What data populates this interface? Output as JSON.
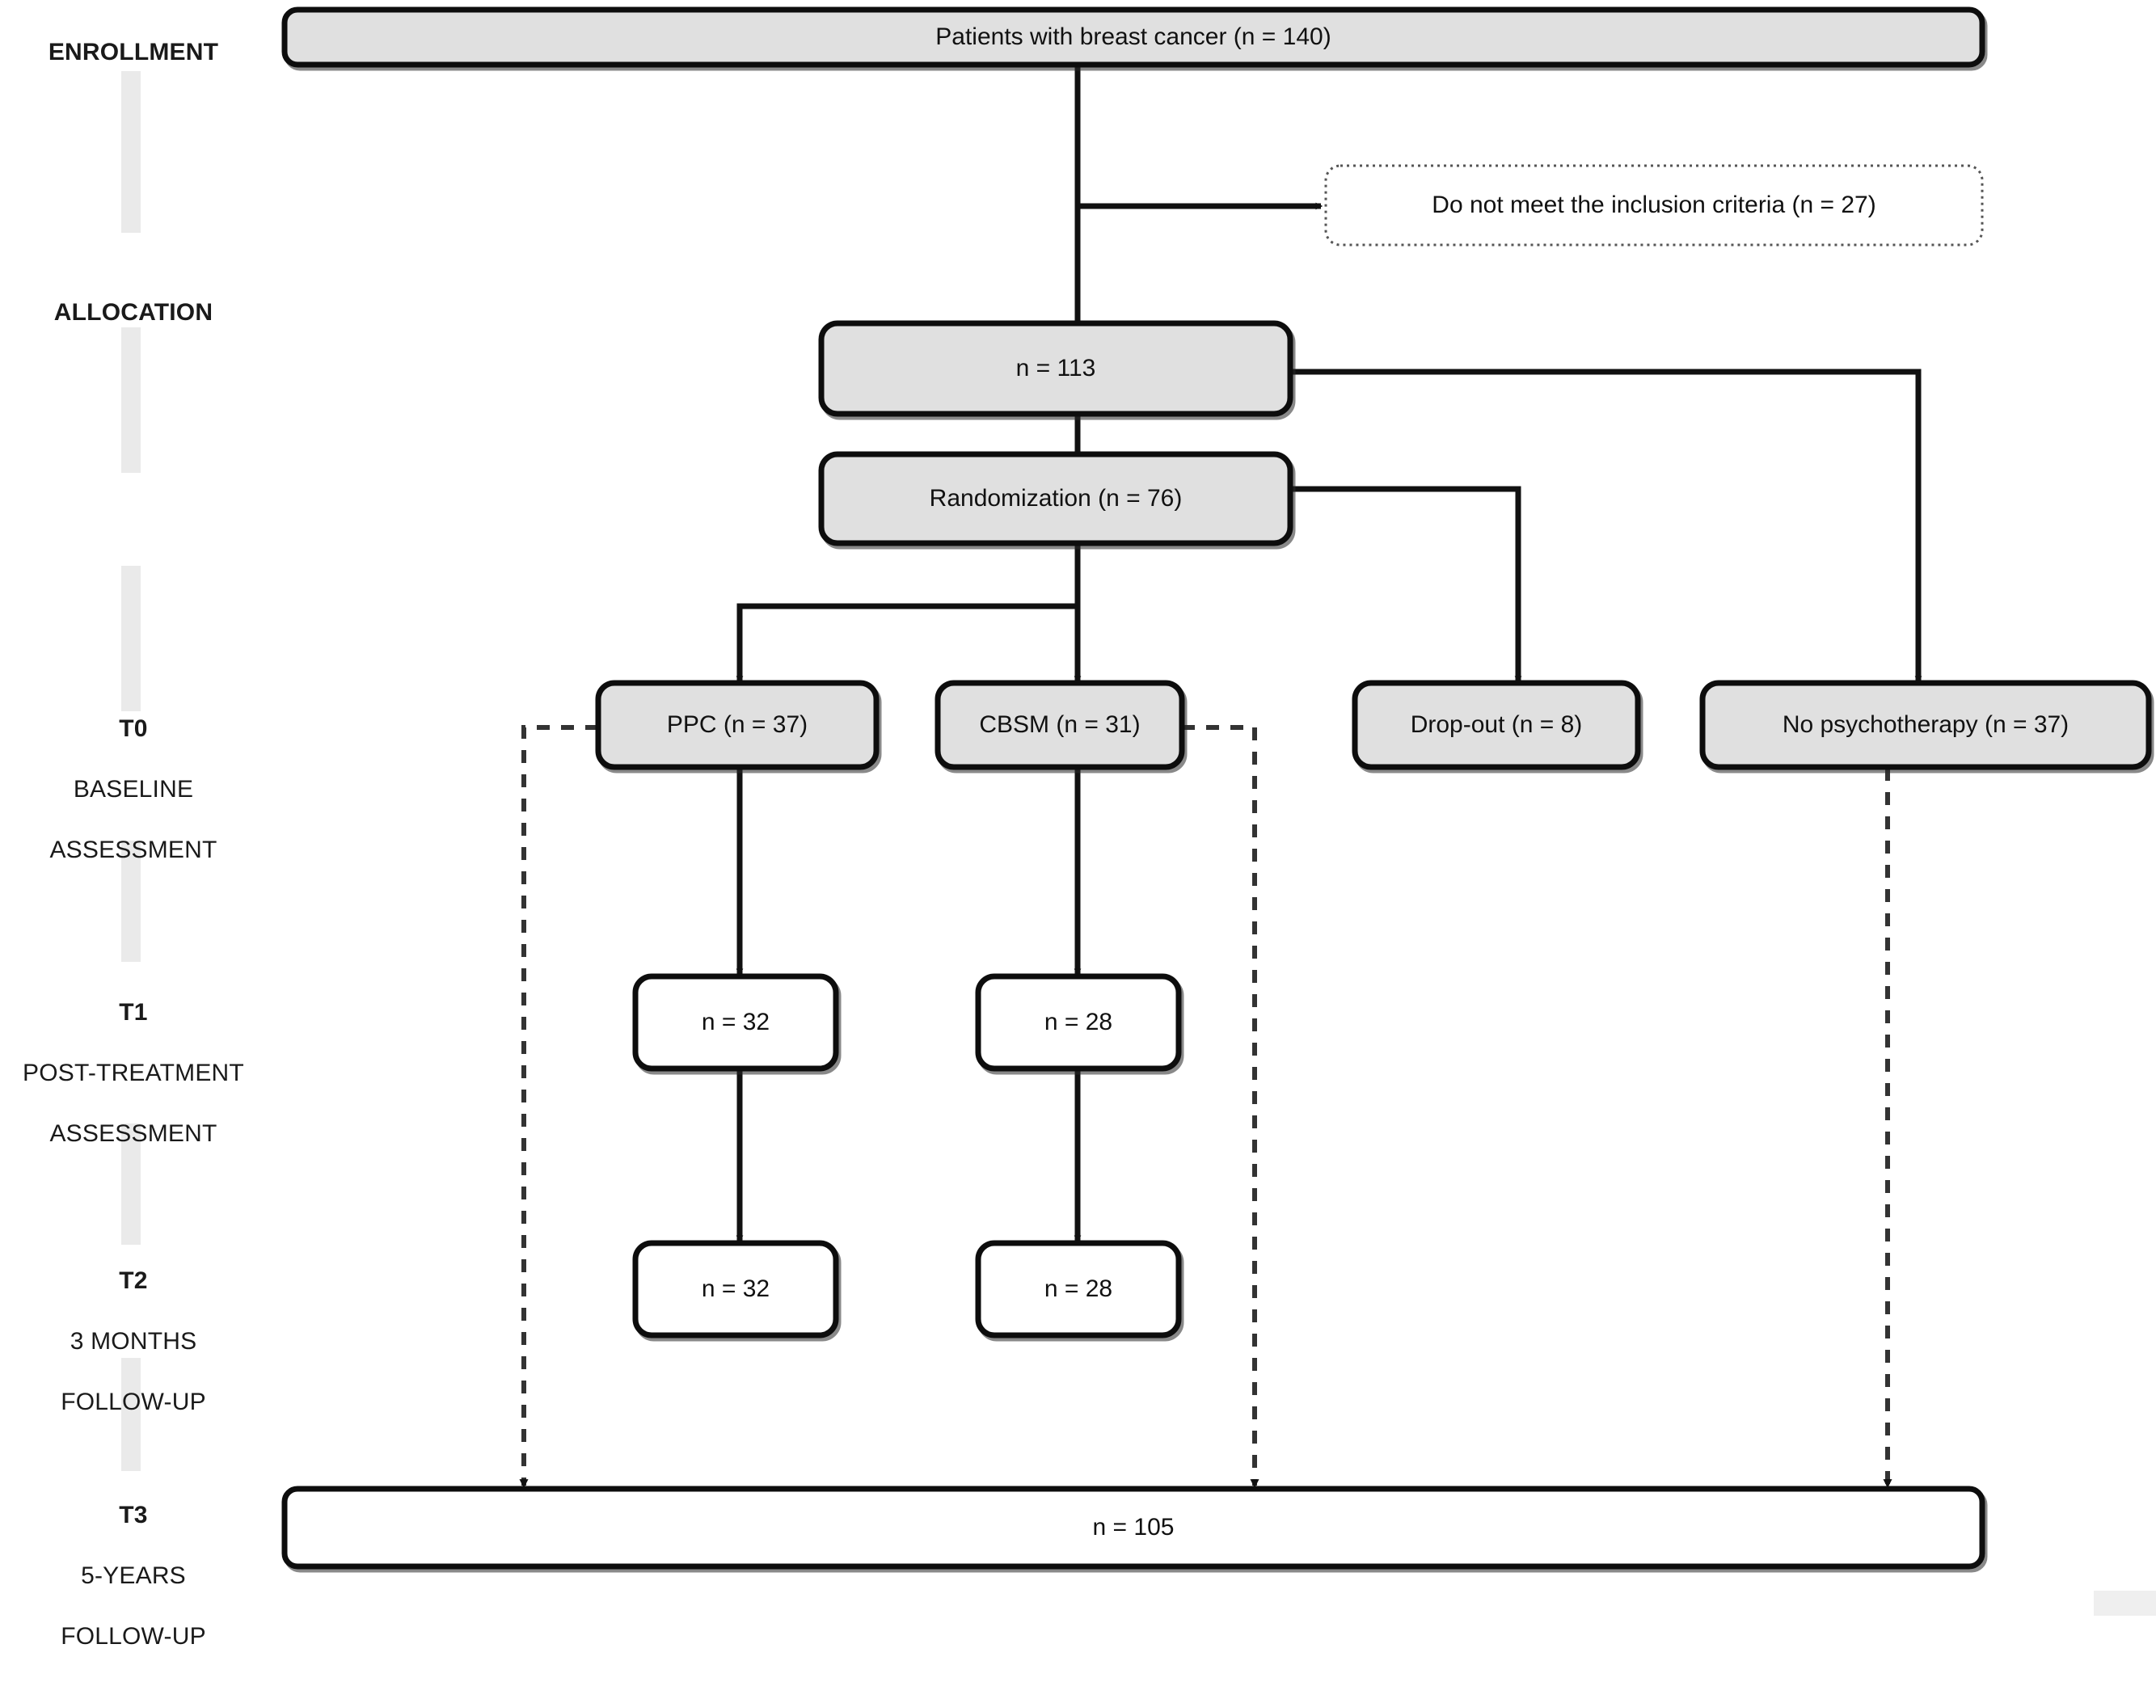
{
  "diagram": {
    "title": "CONSORT participant flow diagram",
    "type": "flowchart",
    "colors": {
      "box_fill_grey": "#e0e0e0",
      "box_fill_white": "#ffffff",
      "box_stroke": "#000000",
      "excluded_stroke": "#555555",
      "stage_rail": "#e9e9e9",
      "text": "#111111"
    }
  },
  "stages": [
    {
      "id": "enrollment",
      "lines": [
        "ENROLLMENT"
      ]
    },
    {
      "id": "allocation",
      "lines": [
        "ALLOCATION"
      ]
    },
    {
      "id": "t0",
      "lines": [
        "T0",
        "BASELINE",
        "ASSESSMENT"
      ]
    },
    {
      "id": "t1",
      "lines": [
        "T1",
        "POST-TREATMENT",
        "ASSESSMENT"
      ]
    },
    {
      "id": "t2",
      "lines": [
        "T2",
        "3 MONTHS",
        "FOLLOW-UP"
      ]
    },
    {
      "id": "t3",
      "lines": [
        "T3",
        "5-YEARS",
        "FOLLOW-UP"
      ]
    }
  ],
  "nodes": {
    "enrolled": {
      "label": "Patients with breast cancer (n = 140)",
      "n": 140,
      "style": "grey"
    },
    "excluded": {
      "label": "Do not meet  the inclusion criteria (n = 27)",
      "n": 27,
      "style": "dotted"
    },
    "eligible": {
      "label": "n = 113",
      "n": 113,
      "style": "grey"
    },
    "randomization": {
      "label": "Randomization (n = 76)",
      "n": 76,
      "style": "grey"
    },
    "ppc_t0": {
      "label": "PPC  (n = 37)",
      "n": 37,
      "style": "grey"
    },
    "cbsm_t0": {
      "label": "CBSM (n = 31)",
      "n": 31,
      "style": "grey"
    },
    "dropout": {
      "label": "Drop-out (n = 8)",
      "n": 8,
      "style": "grey"
    },
    "no_psychotherapy": {
      "label": "No psychotherapy (n = 37)",
      "n": 37,
      "style": "grey"
    },
    "ppc_t1": {
      "label": "n = 32",
      "n": 32,
      "style": "white"
    },
    "cbsm_t1": {
      "label": "n = 28",
      "n": 28,
      "style": "white"
    },
    "ppc_t2": {
      "label": "n = 32",
      "n": 32,
      "style": "white"
    },
    "cbsm_t2": {
      "label": "n = 28",
      "n": 28,
      "style": "white"
    },
    "final_t3": {
      "label": "n = 105",
      "n": 105,
      "style": "white"
    }
  },
  "chart_data": {
    "type": "flow",
    "title": "CONSORT participant flow",
    "levels": [
      {
        "stage": "ENROLLMENT",
        "nodes": [
          "Patients with breast cancer (n = 140)",
          "Do not meet  the inclusion criteria (n = 27)",
          "n = 113"
        ]
      },
      {
        "stage": "ALLOCATION",
        "nodes": [
          "Randomization (n = 76)"
        ]
      },
      {
        "stage": "T0 BASELINE ASSESSMENT",
        "nodes": [
          "PPC  (n = 37)",
          "CBSM (n = 31)",
          "Drop-out (n = 8)",
          "No psychotherapy (n = 37)"
        ]
      },
      {
        "stage": "T1 POST-TREATMENT ASSESSMENT",
        "nodes": [
          "n = 32",
          "n = 28"
        ]
      },
      {
        "stage": "T2 3 MONTHS FOLLOW-UP",
        "nodes": [
          "n = 32",
          "n = 28"
        ]
      },
      {
        "stage": "T3 5-YEARS FOLLOW-UP",
        "nodes": [
          "n = 105"
        ]
      }
    ],
    "edges": [
      {
        "from": "Patients with breast cancer (n = 140)",
        "to": "Do not meet  the inclusion criteria (n = 27)",
        "style": "solid"
      },
      {
        "from": "Patients with breast cancer (n = 140)",
        "to": "n = 113",
        "style": "solid"
      },
      {
        "from": "n = 113",
        "to": "Randomization (n = 76)",
        "style": "solid"
      },
      {
        "from": "n = 113",
        "to": "No psychotherapy (n = 37)",
        "style": "solid"
      },
      {
        "from": "Randomization (n = 76)",
        "to": "PPC  (n = 37)",
        "style": "solid"
      },
      {
        "from": "Randomization (n = 76)",
        "to": "CBSM (n = 31)",
        "style": "solid"
      },
      {
        "from": "Randomization (n = 76)",
        "to": "Drop-out (n = 8)",
        "style": "solid"
      },
      {
        "from": "PPC  (n = 37)",
        "to": "n = 32 (T1)",
        "style": "solid"
      },
      {
        "from": "CBSM (n = 31)",
        "to": "n = 28 (T1)",
        "style": "solid"
      },
      {
        "from": "n = 32 (T1)",
        "to": "n = 32 (T2)",
        "style": "solid"
      },
      {
        "from": "n = 28 (T1)",
        "to": "n = 28 (T2)",
        "style": "solid"
      },
      {
        "from": "PPC  (n = 37)",
        "to": "n = 105",
        "style": "dashed"
      },
      {
        "from": "CBSM (n = 31)",
        "to": "n = 105",
        "style": "dashed"
      },
      {
        "from": "No psychotherapy (n = 37)",
        "to": "n = 105",
        "style": "dashed"
      }
    ]
  }
}
